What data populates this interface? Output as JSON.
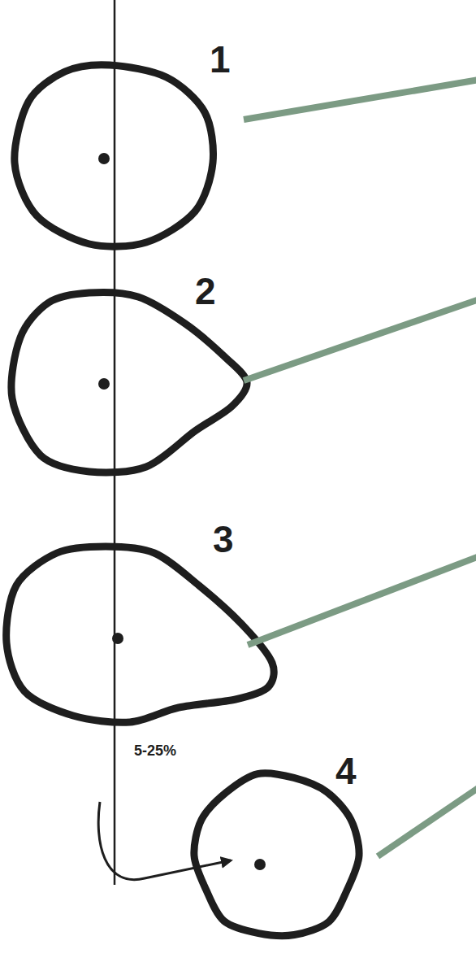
{
  "diagram": {
    "labels": [
      "1",
      "2",
      "3",
      "4",
      "5-25%"
    ]
  }
}
